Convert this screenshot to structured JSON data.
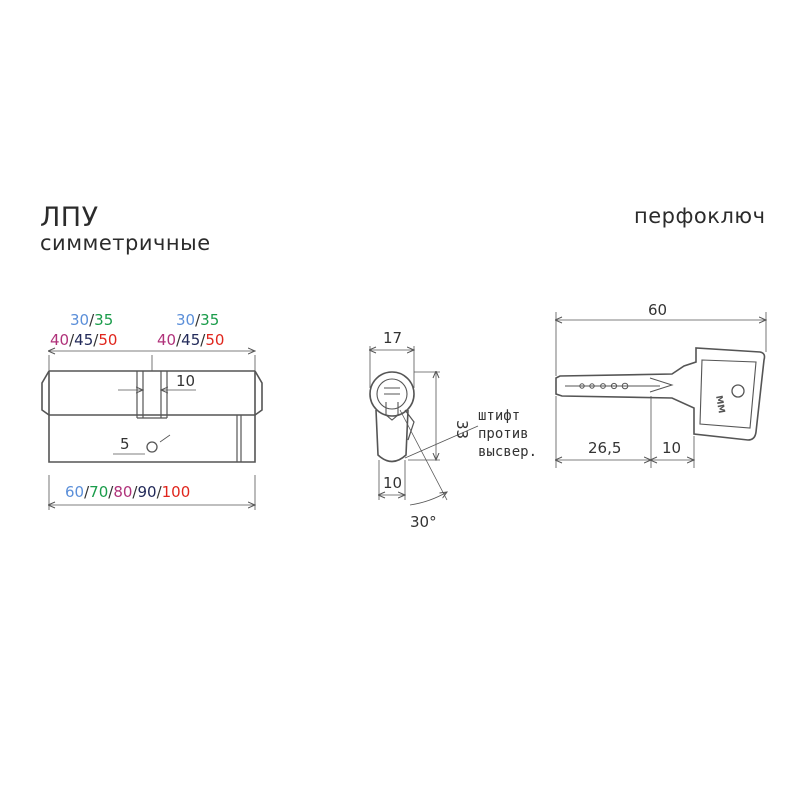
{
  "header": {
    "title": "ЛПУ",
    "subtitle": "симметричные",
    "key_type": "перфоключ"
  },
  "colors": {
    "c30": "#5b8fd9",
    "c35": "#1a9c4a",
    "c40": "#b0327a",
    "c45": "#222a5a",
    "c50": "#e0261d",
    "c60": "#5b8fd9",
    "c70": "#1a9c4a",
    "c80": "#b0327a",
    "c90": "#222a5a",
    "c100": "#e0261d",
    "line": "#555555"
  },
  "cylinder": {
    "left_lengths_top": [
      "30",
      "35"
    ],
    "left_lengths_bottom": [
      "40",
      "45",
      "50"
    ],
    "right_lengths_top": [
      "30",
      "35"
    ],
    "right_lengths_bottom": [
      "40",
      "45",
      "50"
    ],
    "total_lengths": [
      "60",
      "70",
      "80",
      "90",
      "100"
    ],
    "cam_width": "10",
    "screw_offset": "5",
    "separator": "/"
  },
  "profile": {
    "width": "17",
    "height": "33",
    "bottom_width": "10",
    "angle": "30°",
    "note_line1": "штифт",
    "note_line2": "против",
    "note_line3": "высвер."
  },
  "key": {
    "length": "60",
    "blade_length": "26,5",
    "shoulder_length": "10",
    "logo": "MM"
  }
}
